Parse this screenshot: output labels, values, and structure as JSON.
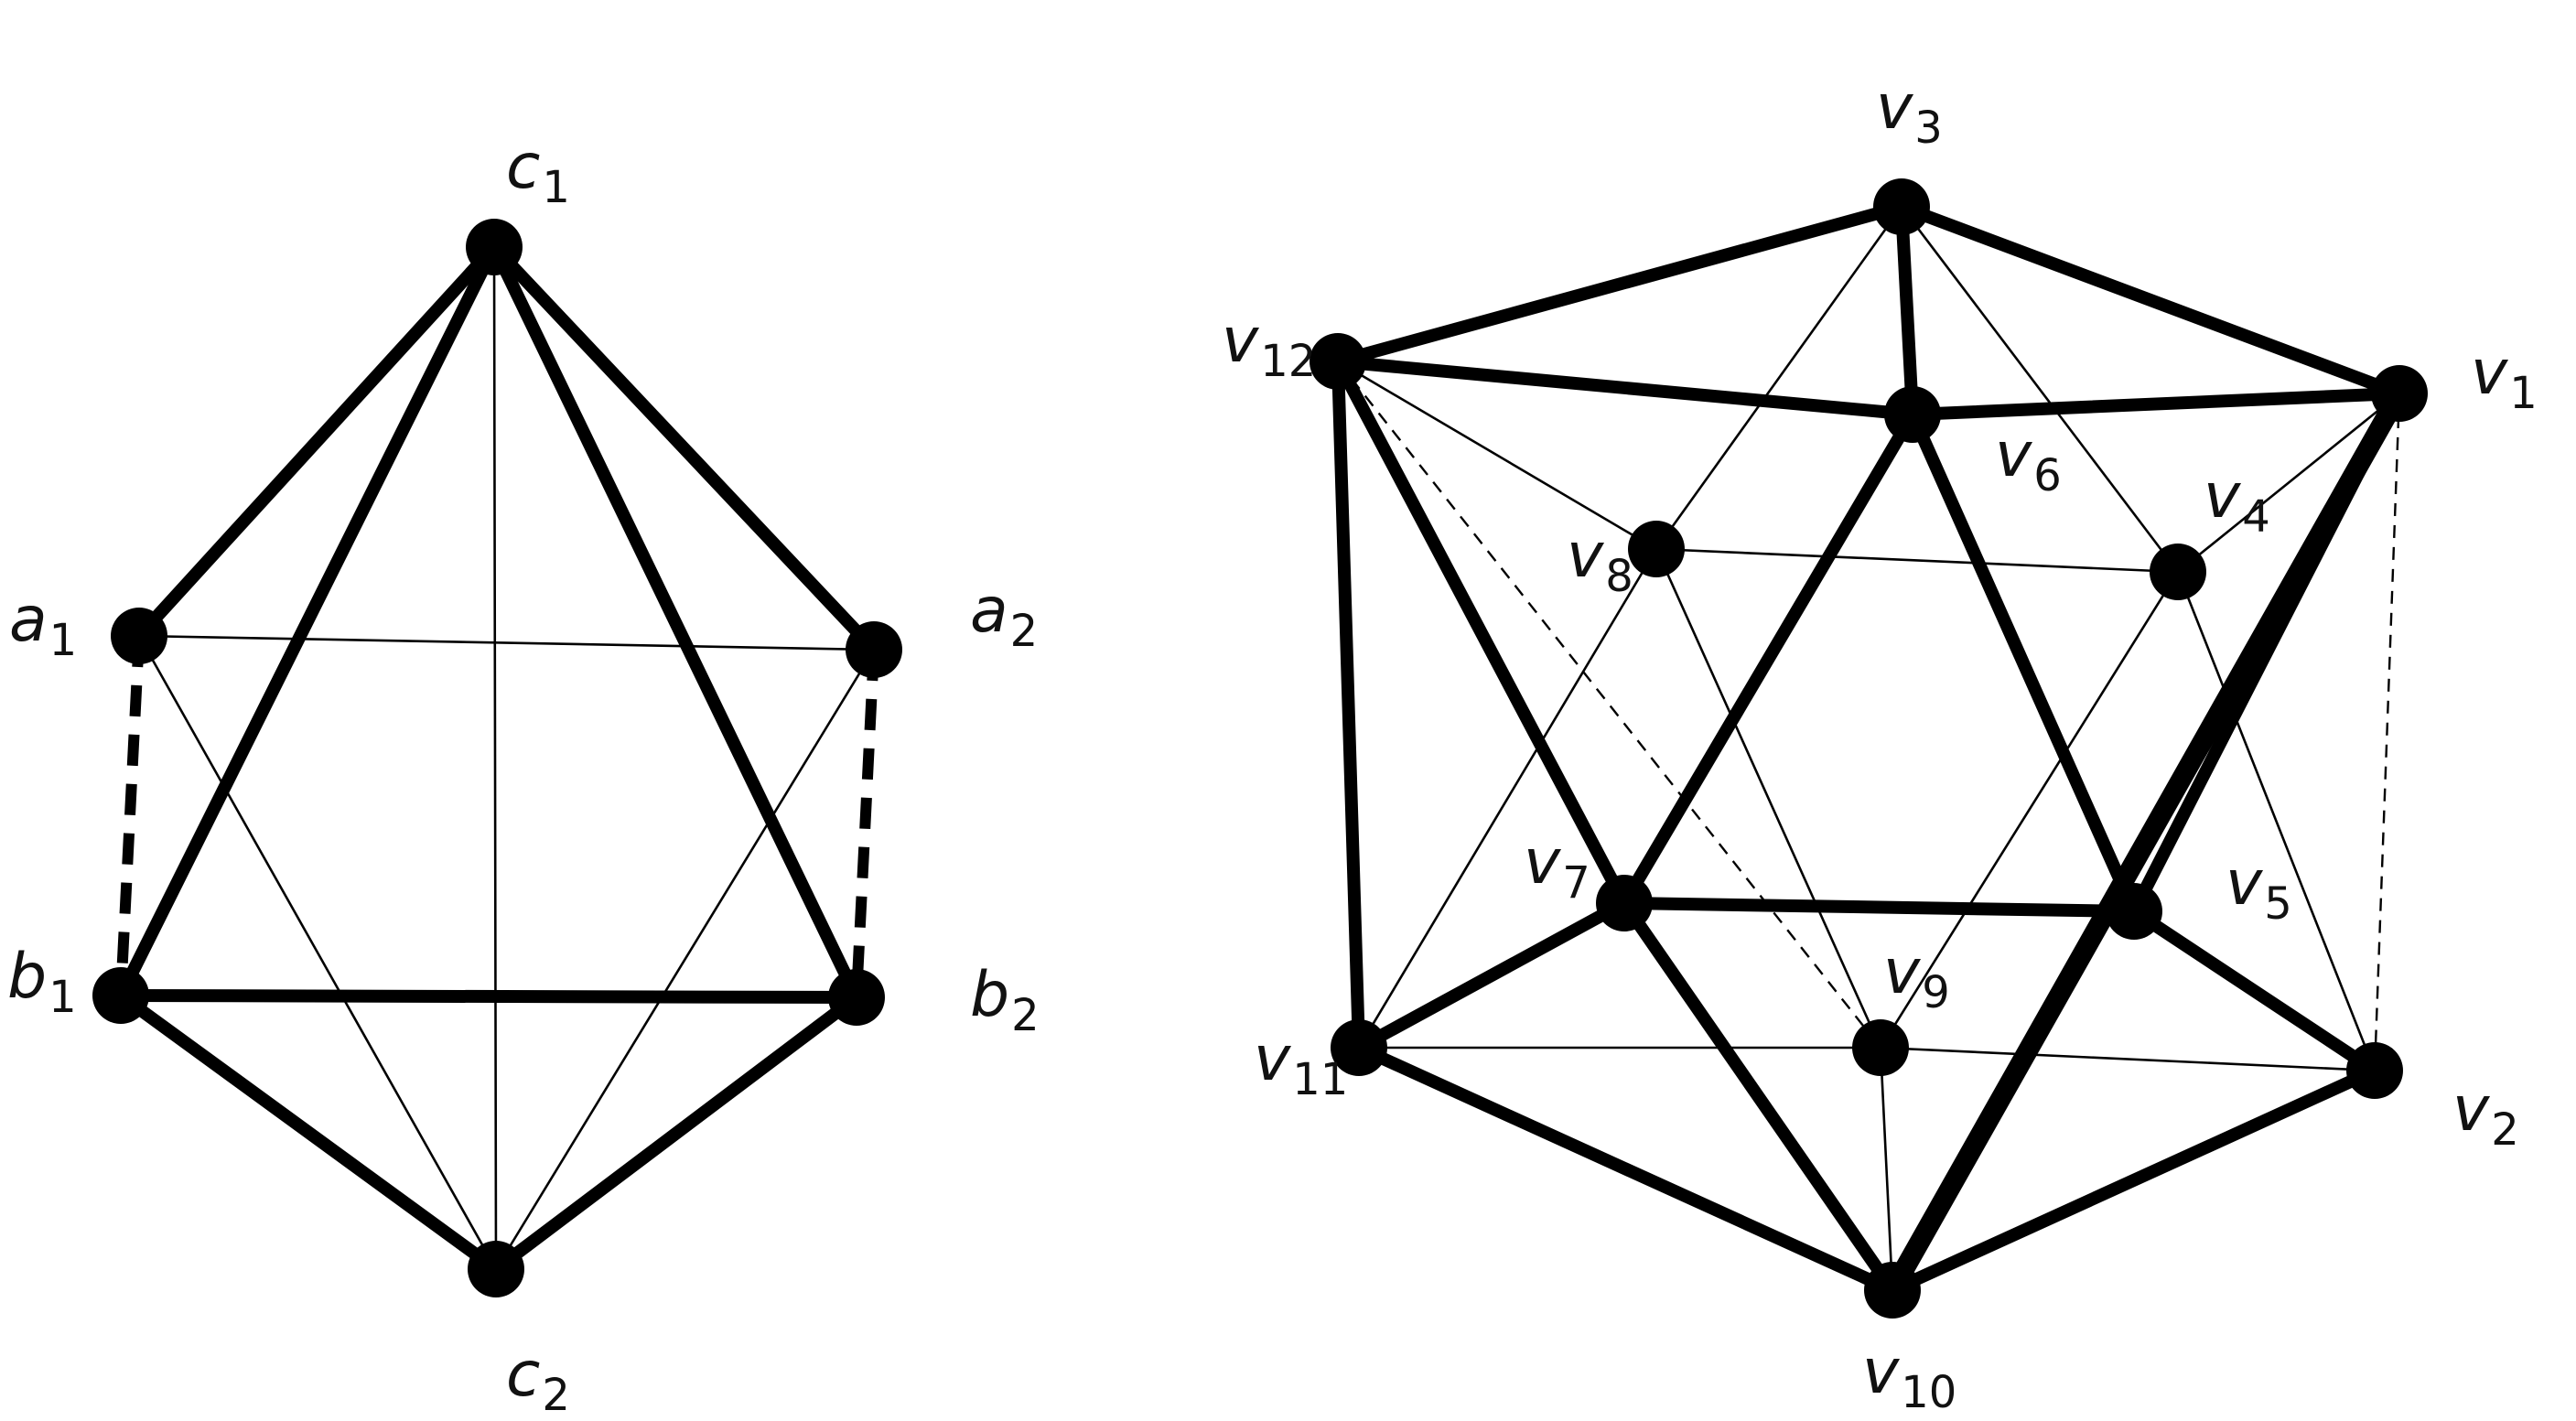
{
  "graph_left": {
    "nodes": [
      {
        "id": "c1",
        "base": "c",
        "sub": "1"
      },
      {
        "id": "a1",
        "base": "a",
        "sub": "1"
      },
      {
        "id": "a2",
        "base": "a",
        "sub": "2"
      },
      {
        "id": "b1",
        "base": "b",
        "sub": "1"
      },
      {
        "id": "b2",
        "base": "b",
        "sub": "2"
      },
      {
        "id": "c2",
        "base": "c",
        "sub": "2"
      }
    ],
    "edges": [
      {
        "from": "c1",
        "to": "a1",
        "style": "thick"
      },
      {
        "from": "c1",
        "to": "a2",
        "style": "thick"
      },
      {
        "from": "c1",
        "to": "b1",
        "style": "thick"
      },
      {
        "from": "c1",
        "to": "b2",
        "style": "thick"
      },
      {
        "from": "c1",
        "to": "c2",
        "style": "thin"
      },
      {
        "from": "a1",
        "to": "a2",
        "style": "thin"
      },
      {
        "from": "a1",
        "to": "b1",
        "style": "thick-dashed"
      },
      {
        "from": "a2",
        "to": "b2",
        "style": "thick-dashed"
      },
      {
        "from": "b1",
        "to": "b2",
        "style": "thick"
      },
      {
        "from": "a1",
        "to": "c2",
        "style": "thin"
      },
      {
        "from": "a2",
        "to": "c2",
        "style": "thin"
      },
      {
        "from": "b1",
        "to": "c2",
        "style": "thick"
      },
      {
        "from": "b2",
        "to": "c2",
        "style": "thick"
      }
    ]
  },
  "graph_right": {
    "nodes": [
      {
        "id": "v1",
        "base": "v",
        "sub": "1"
      },
      {
        "id": "v2",
        "base": "v",
        "sub": "2"
      },
      {
        "id": "v3",
        "base": "v",
        "sub": "3"
      },
      {
        "id": "v4",
        "base": "v",
        "sub": "4"
      },
      {
        "id": "v5",
        "base": "v",
        "sub": "5"
      },
      {
        "id": "v6",
        "base": "v",
        "sub": "6"
      },
      {
        "id": "v7",
        "base": "v",
        "sub": "7"
      },
      {
        "id": "v8",
        "base": "v",
        "sub": "8"
      },
      {
        "id": "v9",
        "base": "v",
        "sub": "9"
      },
      {
        "id": "v10",
        "base": "v",
        "sub": "10"
      },
      {
        "id": "v11",
        "base": "v",
        "sub": "11"
      },
      {
        "id": "v12",
        "base": "v",
        "sub": "12"
      }
    ],
    "edges": [
      {
        "from": "v12",
        "to": "v3",
        "style": "thick"
      },
      {
        "from": "v3",
        "to": "v1",
        "style": "thick"
      },
      {
        "from": "v3",
        "to": "v6",
        "style": "thick"
      },
      {
        "from": "v12",
        "to": "v6",
        "style": "thick"
      },
      {
        "from": "v6",
        "to": "v1",
        "style": "thick"
      },
      {
        "from": "v12",
        "to": "v11",
        "style": "thick"
      },
      {
        "from": "v12",
        "to": "v7",
        "style": "thick"
      },
      {
        "from": "v6",
        "to": "v7",
        "style": "thick"
      },
      {
        "from": "v6",
        "to": "v5",
        "style": "thick"
      },
      {
        "from": "v1",
        "to": "v5",
        "style": "thick"
      },
      {
        "from": "v1",
        "to": "v10",
        "style": "extra-thick"
      },
      {
        "from": "v7",
        "to": "v5",
        "style": "thick"
      },
      {
        "from": "v11",
        "to": "v7",
        "style": "thick"
      },
      {
        "from": "v7",
        "to": "v10",
        "style": "thick"
      },
      {
        "from": "v5",
        "to": "v2",
        "style": "thick"
      },
      {
        "from": "v11",
        "to": "v10",
        "style": "thick"
      },
      {
        "from": "v10",
        "to": "v2",
        "style": "thick"
      },
      {
        "from": "v3",
        "to": "v8",
        "style": "thin"
      },
      {
        "from": "v3",
        "to": "v4",
        "style": "thin"
      },
      {
        "from": "v12",
        "to": "v8",
        "style": "thin"
      },
      {
        "from": "v8",
        "to": "v4",
        "style": "thin"
      },
      {
        "from": "v1",
        "to": "v4",
        "style": "thin"
      },
      {
        "from": "v8",
        "to": "v11",
        "style": "thin"
      },
      {
        "from": "v8",
        "to": "v9",
        "style": "thin"
      },
      {
        "from": "v4",
        "to": "v9",
        "style": "thin"
      },
      {
        "from": "v4",
        "to": "v2",
        "style": "thin"
      },
      {
        "from": "v11",
        "to": "v9",
        "style": "thin"
      },
      {
        "from": "v9",
        "to": "v2",
        "style": "thin"
      },
      {
        "from": "v9",
        "to": "v10",
        "style": "thin"
      },
      {
        "from": "v12",
        "to": "v9",
        "style": "thin-dashed"
      },
      {
        "from": "v1",
        "to": "v2",
        "style": "thin-dashed"
      }
    ]
  }
}
